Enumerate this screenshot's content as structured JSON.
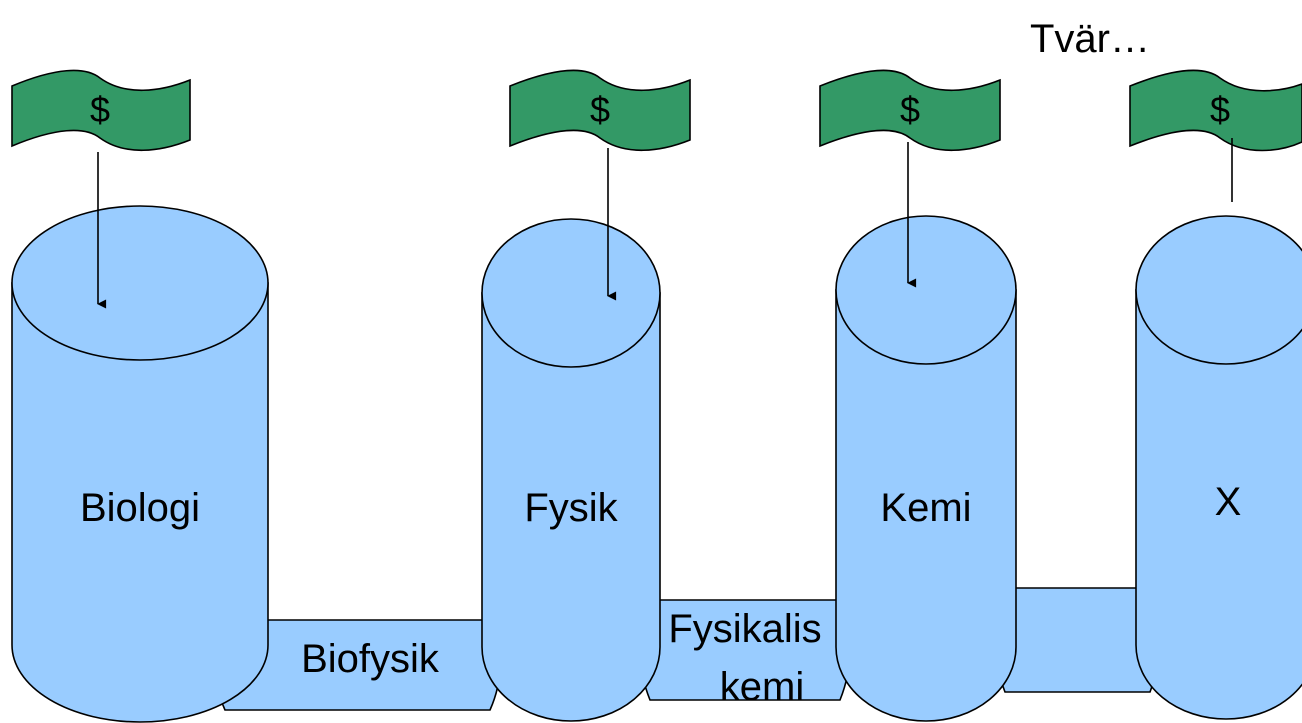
{
  "colors": {
    "cylinder": "#99ccff",
    "flag": "#339966",
    "outline": "#000000",
    "background": "#ffffff"
  },
  "header_text": "Tvär…",
  "flag_symbol": "$",
  "cylinders": [
    {
      "label": "Biologi"
    },
    {
      "label": "Fysik"
    },
    {
      "label": "Kemi"
    },
    {
      "label": "X"
    }
  ],
  "bridges": [
    {
      "label_lines": [
        "Biofysik"
      ]
    },
    {
      "label_lines": [
        "Fysikalis",
        "kemi"
      ]
    },
    {
      "label_lines": []
    }
  ]
}
